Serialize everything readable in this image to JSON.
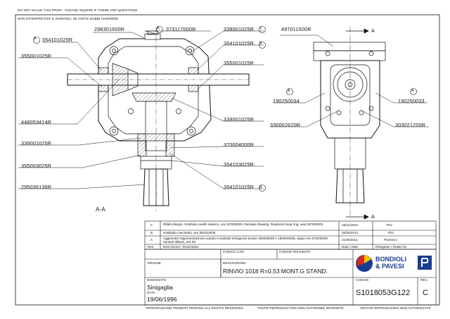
{
  "header": {
    "line1": "DO NOT SCALE THIS PRINT - PLEASE INQUIRE IF THERE ARE QUESTIONS",
    "line2": "NON INTERPRETATE IL DISEGNO, SE AVETE DUBBI CHIEDERE"
  },
  "parts": [
    {
      "code": "298301600R"
    },
    {
      "code": "373117000R",
      "callout": "A"
    },
    {
      "code": "339001025R",
      "callout": "C"
    },
    {
      "code": "354101025R",
      "callout": "B"
    },
    {
      "code": "354101025R",
      "callout": "B"
    },
    {
      "code": "355001025R"
    },
    {
      "code": "355001025R"
    },
    {
      "code": "448053414R"
    },
    {
      "code": "339001025R"
    },
    {
      "code": "339001025R"
    },
    {
      "code": "370004000R"
    },
    {
      "code": "355003025R"
    },
    {
      "code": "354103025R"
    },
    {
      "code": "295036136R"
    },
    {
      "code": "354101025R",
      "callout": "B"
    },
    {
      "code": "497011500R"
    },
    {
      "code": "190250034",
      "callout": "A"
    },
    {
      "code": "190250033",
      "callout": "A"
    },
    {
      "code": "330002620R"
    },
    {
      "code": "303021200R"
    }
  ],
  "section_labels": {
    "aa": "A-A",
    "arrow_top": "A",
    "arrow_bottom": "A"
  },
  "revisions": [
    {
      "rev": "C",
      "desc": "Rifatti disegni. Sostituito anello elastico, era 337000025. Remade drawing. Replaced snap ring, was 337000025",
      "date": "16/11/2015",
      "by": "Pini"
    },
    {
      "rev": "B",
      "desc": "Sostituito cuscinetto, era 354104025.",
      "date": "02/05/2013",
      "by": "Pini"
    },
    {
      "rev": "A",
      "desc": "Aggiornato rappresentazione scatola e sostituiti semiguscii (erano 190250028 e 190250029), tappo era 373200000. Varianti sfilazzi, era 09.",
      "date": "21/06/2011",
      "by": "Piumecci"
    }
  ],
  "rev_headers": {
    "rev": "Rev.",
    "desc": "Descrizione / Description",
    "date": "Data / Date",
    "by": "Disegnato / Drawn by"
  },
  "title_block": {
    "cod_cad_label": "CODICE CAD",
    "cod_cad": "",
    "cod_richiesta_label": "CODICE RICHIESTA",
    "cod_richiesta": "",
    "origine_label": "ORIGINE",
    "origine": "",
    "descrizione_label": "DESCRIZIONE",
    "descrizione": "RINVIO 1018 R=0,53 MONT.G STAND.",
    "disegnato_label": "DISEGNATO",
    "disegnato": "Sinigaglia",
    "data_label": "DATA",
    "data": "19/06/1996",
    "codice_label": "CODICE",
    "codice": "S1018053G122",
    "rev_label": "REV.",
    "rev": "C",
    "brand_line1": "BONDIOLI",
    "brand_line2": "& PAVESI"
  },
  "footer": {
    "left": "RIPRODUZIONE PROIBITA PRINTED ALL RIGHTS RESERVED",
    "mid": "TOUTE REPRODUCTION NON AUTORISEE INTERDITE",
    "right": "VIETATE RIPRODUZIONI NON AUTORIZZATE"
  },
  "colors": {
    "brand": "#1a3d8f",
    "logo_red": "#d42a1f",
    "logo_yellow": "#f2c200"
  }
}
